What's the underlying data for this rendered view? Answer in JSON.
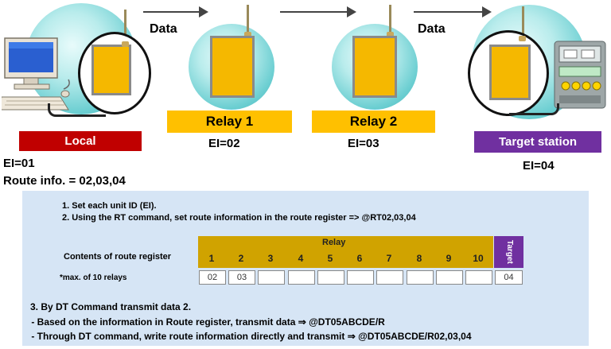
{
  "top": {
    "data_label_1": "Data",
    "data_label_2": "Data",
    "local_label": "Local",
    "relay1_label": "Relay 1",
    "relay2_label": "Relay 2",
    "target_label": "Target station",
    "relay1_ei": "EI=02",
    "relay2_ei": "EI=03",
    "target_ei": "EI=04",
    "local_ei": "EI=01",
    "route_info": "Route info. = 02,03,04"
  },
  "panel": {
    "step1": "1. Set each unit ID (EI).",
    "step2": "2. Using the RT command, set route information in the route register => @RT02,03,04",
    "register_caption": "Contents of route register",
    "max_note": "*max. of 10 relays",
    "relay_header": "Relay",
    "target_header": "Target",
    "columns": [
      "1",
      "2",
      "3",
      "4",
      "5",
      "6",
      "7",
      "8",
      "9",
      "10"
    ],
    "cells": [
      "02",
      "03",
      "",
      "",
      "",
      "",
      "",
      "",
      "",
      ""
    ],
    "target_cell": "04",
    "step3": "3. By DT Command transmit data 2.",
    "step3a": " - Based on the information in Route register, transmit data ⇒ @DT05ABCDE/R",
    "step3b": " - Through DT command, write route information directly and transmit ⇒ @DT05ABCDE/R02,03,04"
  },
  "colors": {
    "local": "#c00000",
    "relay": "#ffc000",
    "target": "#7030a0",
    "panel": "#d6e5f5",
    "register_head": "#d0a300"
  }
}
